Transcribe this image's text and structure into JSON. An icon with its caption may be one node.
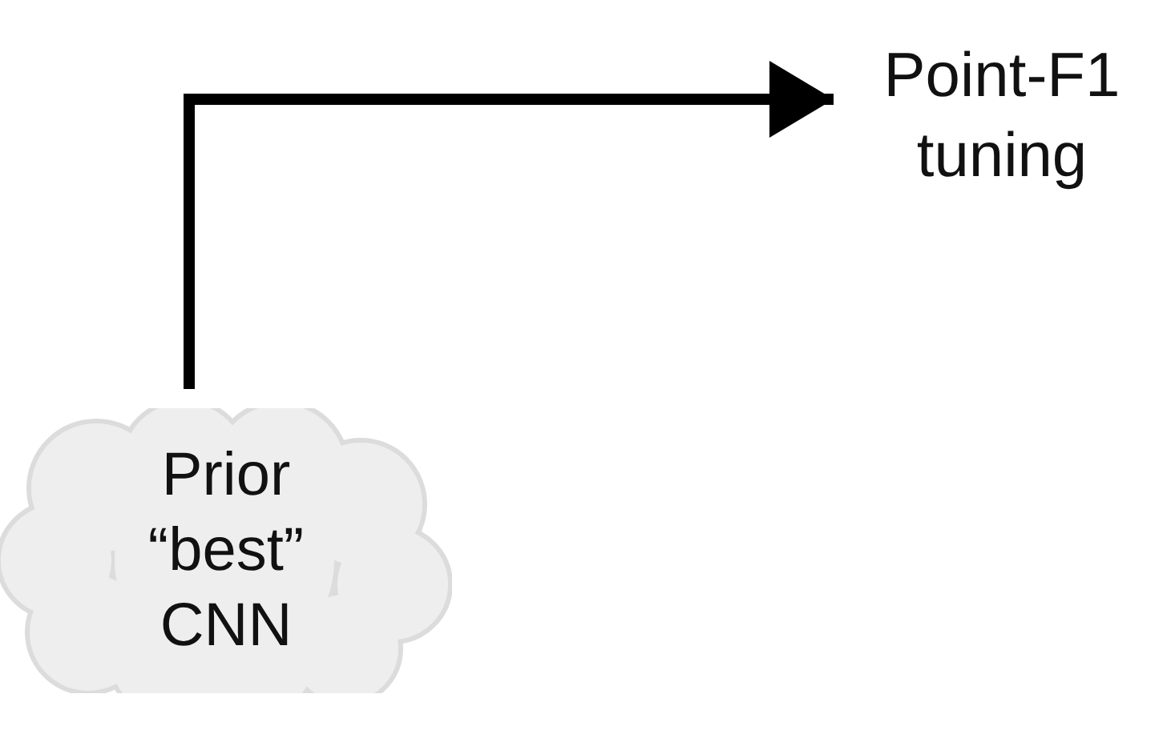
{
  "diagram": {
    "nodes": [
      {
        "text": [
          "Prior “best” CNN"
        ]
      },
      {
        "text": [
          "Point-F1 tuning"
        ]
      }
    ],
    "edges": [
      {
        "from": 0,
        "to": 1,
        "arrow": "to"
      }
    ]
  }
}
